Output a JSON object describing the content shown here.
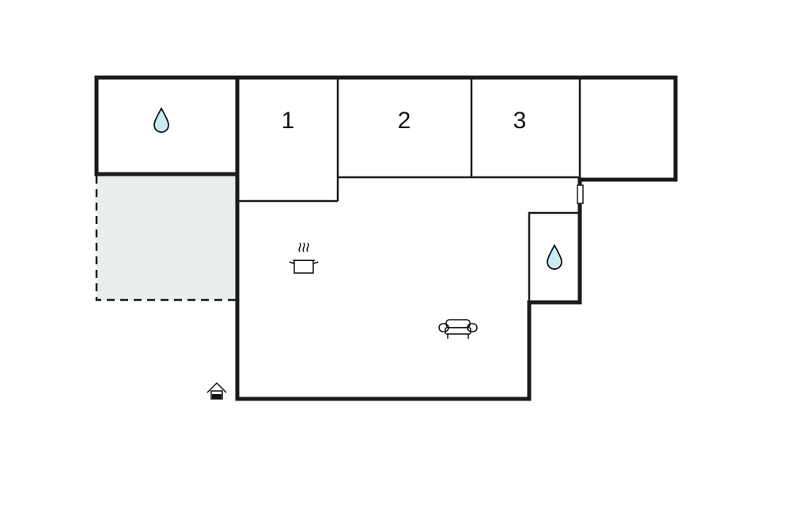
{
  "floorplan": {
    "rooms": [
      {
        "key": "bathroom-top",
        "label": "",
        "icon": "water-drop-icon"
      },
      {
        "key": "bedroom-1",
        "label": "1"
      },
      {
        "key": "bedroom-2",
        "label": "2"
      },
      {
        "key": "bedroom-3",
        "label": "3"
      },
      {
        "key": "storage",
        "label": ""
      },
      {
        "key": "bathroom-small",
        "label": "",
        "icon": "water-drop-icon"
      },
      {
        "key": "living-area",
        "label": "",
        "icons": [
          "cooking-pot-icon",
          "sofa-icon"
        ]
      },
      {
        "key": "terrace",
        "label": ""
      }
    ],
    "entrance_icon": "entrance-house-icon",
    "colors": {
      "wall": "#1a1a1a",
      "water": "#c9ecf4",
      "terrace": "#e9eeee"
    }
  }
}
